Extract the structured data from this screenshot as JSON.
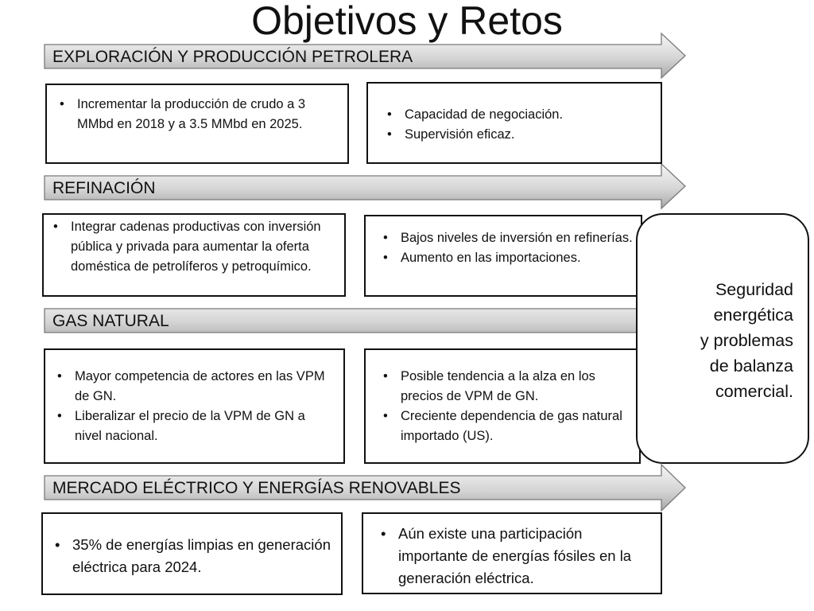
{
  "title": "Objetivos y Retos",
  "sections": [
    {
      "label": "EXPLORACIÓN Y PRODUCCIÓN PETROLERA",
      "objectives": [
        "Incrementar la producción de crudo a 3 MMbd en 2018 y a 3.5 MMbd en 2025."
      ],
      "challenges": [
        "Capacidad de negociación.",
        "Supervisión eficaz."
      ]
    },
    {
      "label": "REFINACIÓN",
      "objectives": [
        "Integrar cadenas productivas  con inversión pública y privada para aumentar la oferta doméstica de petrolíferos y petroquímico."
      ],
      "challenges": [
        "Bajos niveles de inversión en refinerías.",
        "Aumento en las  importaciones."
      ]
    },
    {
      "label": "GAS NATURAL",
      "objectives": [
        "Mayor competencia de actores en las VPM de GN.",
        "Liberalizar el precio de la VPM de GN a nivel nacional."
      ],
      "challenges": [
        "Posible tendencia a la alza en los precios de VPM de GN.",
        "Creciente dependencia de gas natural importado (US)."
      ]
    },
    {
      "label": "MERCADO ELÉCTRICO Y ENERGÍAS RENOVABLES",
      "objectives": [
        "35% de energías limpias en generación eléctrica para 2024."
      ],
      "challenges": [
        "Aún existe una participación importante de energías fósiles en la generación eléctrica."
      ]
    }
  ],
  "conclusion": {
    "line1": "Seguridad",
    "line2": "energética",
    "line3": "y problemas",
    "line4": "de balanza",
    "line5": "comercial."
  },
  "colors": {
    "arrow_fill_top": "#f4f4f4",
    "arrow_fill_bottom": "#b8b8b8",
    "arrow_stroke": "#7a7a7a",
    "border": "#111111"
  }
}
